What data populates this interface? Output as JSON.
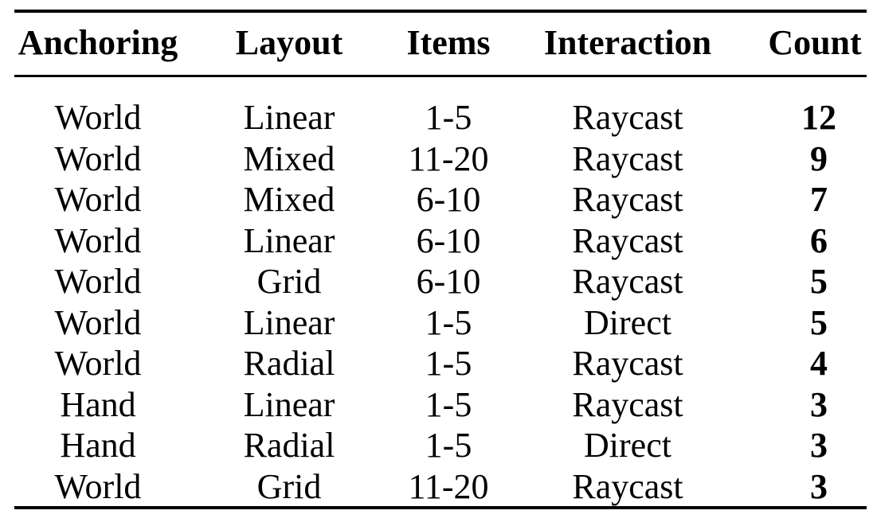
{
  "table": {
    "headers": [
      "Anchoring",
      "Layout",
      "Items",
      "Interaction",
      "Count"
    ],
    "rows": [
      [
        "World",
        "Linear",
        "1-5",
        "Raycast",
        "12"
      ],
      [
        "World",
        "Mixed",
        "11-20",
        "Raycast",
        "9"
      ],
      [
        "World",
        "Mixed",
        "6-10",
        "Raycast",
        "7"
      ],
      [
        "World",
        "Linear",
        "6-10",
        "Raycast",
        "6"
      ],
      [
        "World",
        "Grid",
        "6-10",
        "Raycast",
        "5"
      ],
      [
        "World",
        "Linear",
        "1-5",
        "Direct",
        "5"
      ],
      [
        "World",
        "Radial",
        "1-5",
        "Raycast",
        "4"
      ],
      [
        "Hand",
        "Linear",
        "1-5",
        "Raycast",
        "3"
      ],
      [
        "Hand",
        "Radial",
        "1-5",
        "Direct",
        "3"
      ],
      [
        "World",
        "Grid",
        "11-20",
        "Raycast",
        "3"
      ]
    ]
  }
}
